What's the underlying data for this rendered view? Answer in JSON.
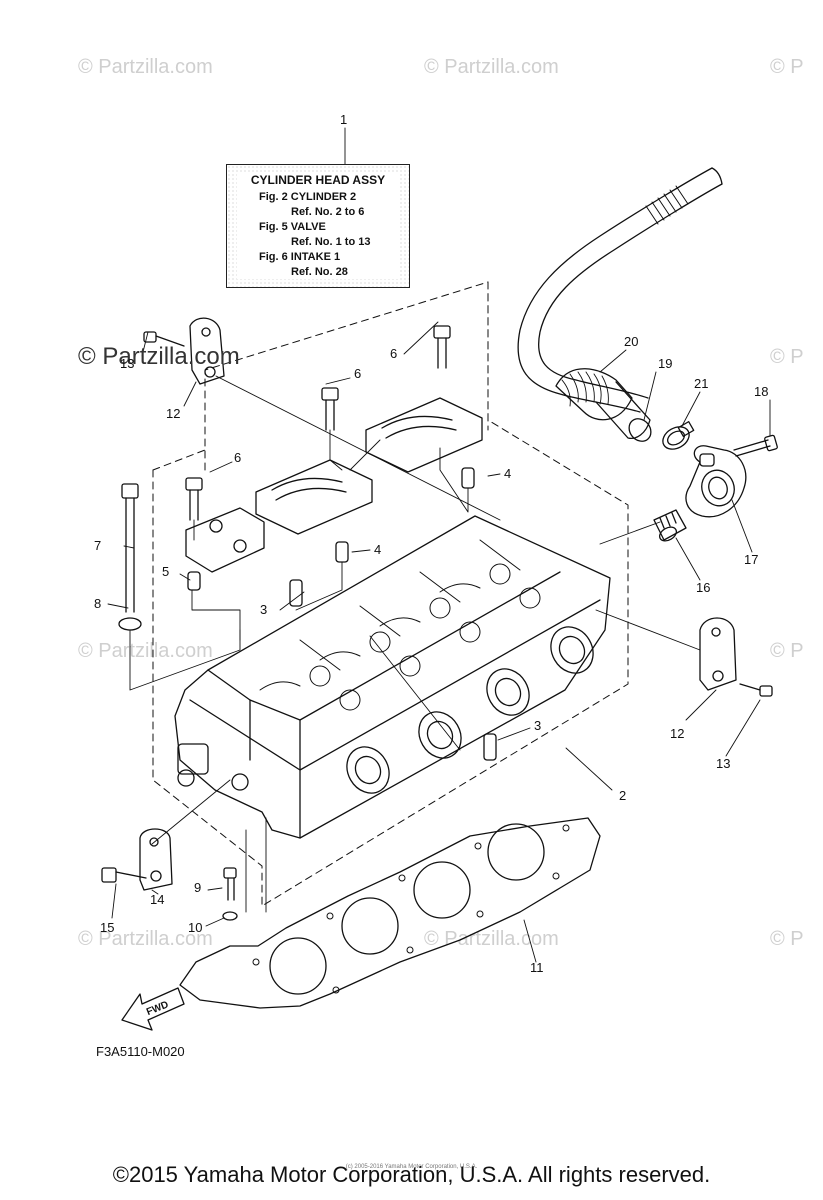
{
  "watermarks": [
    "© Partzilla.com",
    "© Partzilla.com",
    "© P",
    "© P",
    "© Partzilla.com",
    "© P",
    "© Partzilla.com",
    "© Partzilla.com",
    "© P"
  ],
  "watermark_main": "© Partzilla.com",
  "label": {
    "title": "CYLINDER HEAD ASSY",
    "lines": [
      "Fig.  2 CYLINDER 2",
      "Ref. No. 2 to 6",
      "Fig.  5 VALVE",
      "Ref. No. 1 to 13",
      "Fig.  6 INTAKE 1",
      "Ref. No. 28"
    ]
  },
  "callouts": [
    "1",
    "2",
    "3",
    "3",
    "4",
    "4",
    "5",
    "6",
    "6",
    "6",
    "7",
    "8",
    "9",
    "10",
    "11",
    "12",
    "12",
    "13",
    "13",
    "14",
    "15",
    "16",
    "17",
    "18",
    "19",
    "20",
    "21"
  ],
  "fwd": "FWD",
  "diagram_code": "F3A5110-M020",
  "copyright": "©2015 Yamaha Motor Corporation, U.S.A. All rights reserved.",
  "fine_print": "(c) 2005-2016 Yamaha Motor Corporation, U.S.A."
}
